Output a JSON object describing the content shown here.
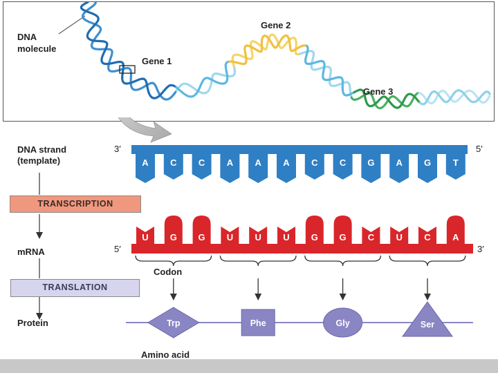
{
  "top": {
    "dna_label_line1": "DNA",
    "dna_label_line2": "molecule",
    "gene1": "Gene 1",
    "gene2": "Gene 2",
    "gene3": "Gene 3"
  },
  "left": {
    "dna_strand_line1": "DNA strand",
    "dna_strand_line2": "(template)",
    "transcription": "TRANSCRIPTION",
    "mrna": "mRNA",
    "translation": "TRANSLATION",
    "protein": "Protein"
  },
  "dna": {
    "end_left": "3′",
    "end_right": "5′",
    "bases": [
      "A",
      "C",
      "C",
      "A",
      "A",
      "A",
      "C",
      "C",
      "G",
      "A",
      "G",
      "T"
    ]
  },
  "mrna": {
    "end_left": "5′",
    "end_right": "3′",
    "bases": [
      "U",
      "G",
      "G",
      "U",
      "U",
      "U",
      "G",
      "G",
      "C",
      "U",
      "C",
      "A"
    ]
  },
  "codon_label": "Codon",
  "amino_acids": [
    "Trp",
    "Phe",
    "Gly",
    "Ser"
  ],
  "amino_acid_label": "Amino acid",
  "colors": {
    "dna_blue": "#2f7fc4",
    "mrna_red": "#d9262a",
    "amino_purple": "#8a86c4",
    "transcription_box": "#f0987e",
    "translation_box": "#d7d5ee",
    "gene2_yellow": "#f0c040",
    "gene3_green": "#2e9a4a",
    "helix_blue": "#1f6db3",
    "helix_light": "#9fd8ee"
  }
}
